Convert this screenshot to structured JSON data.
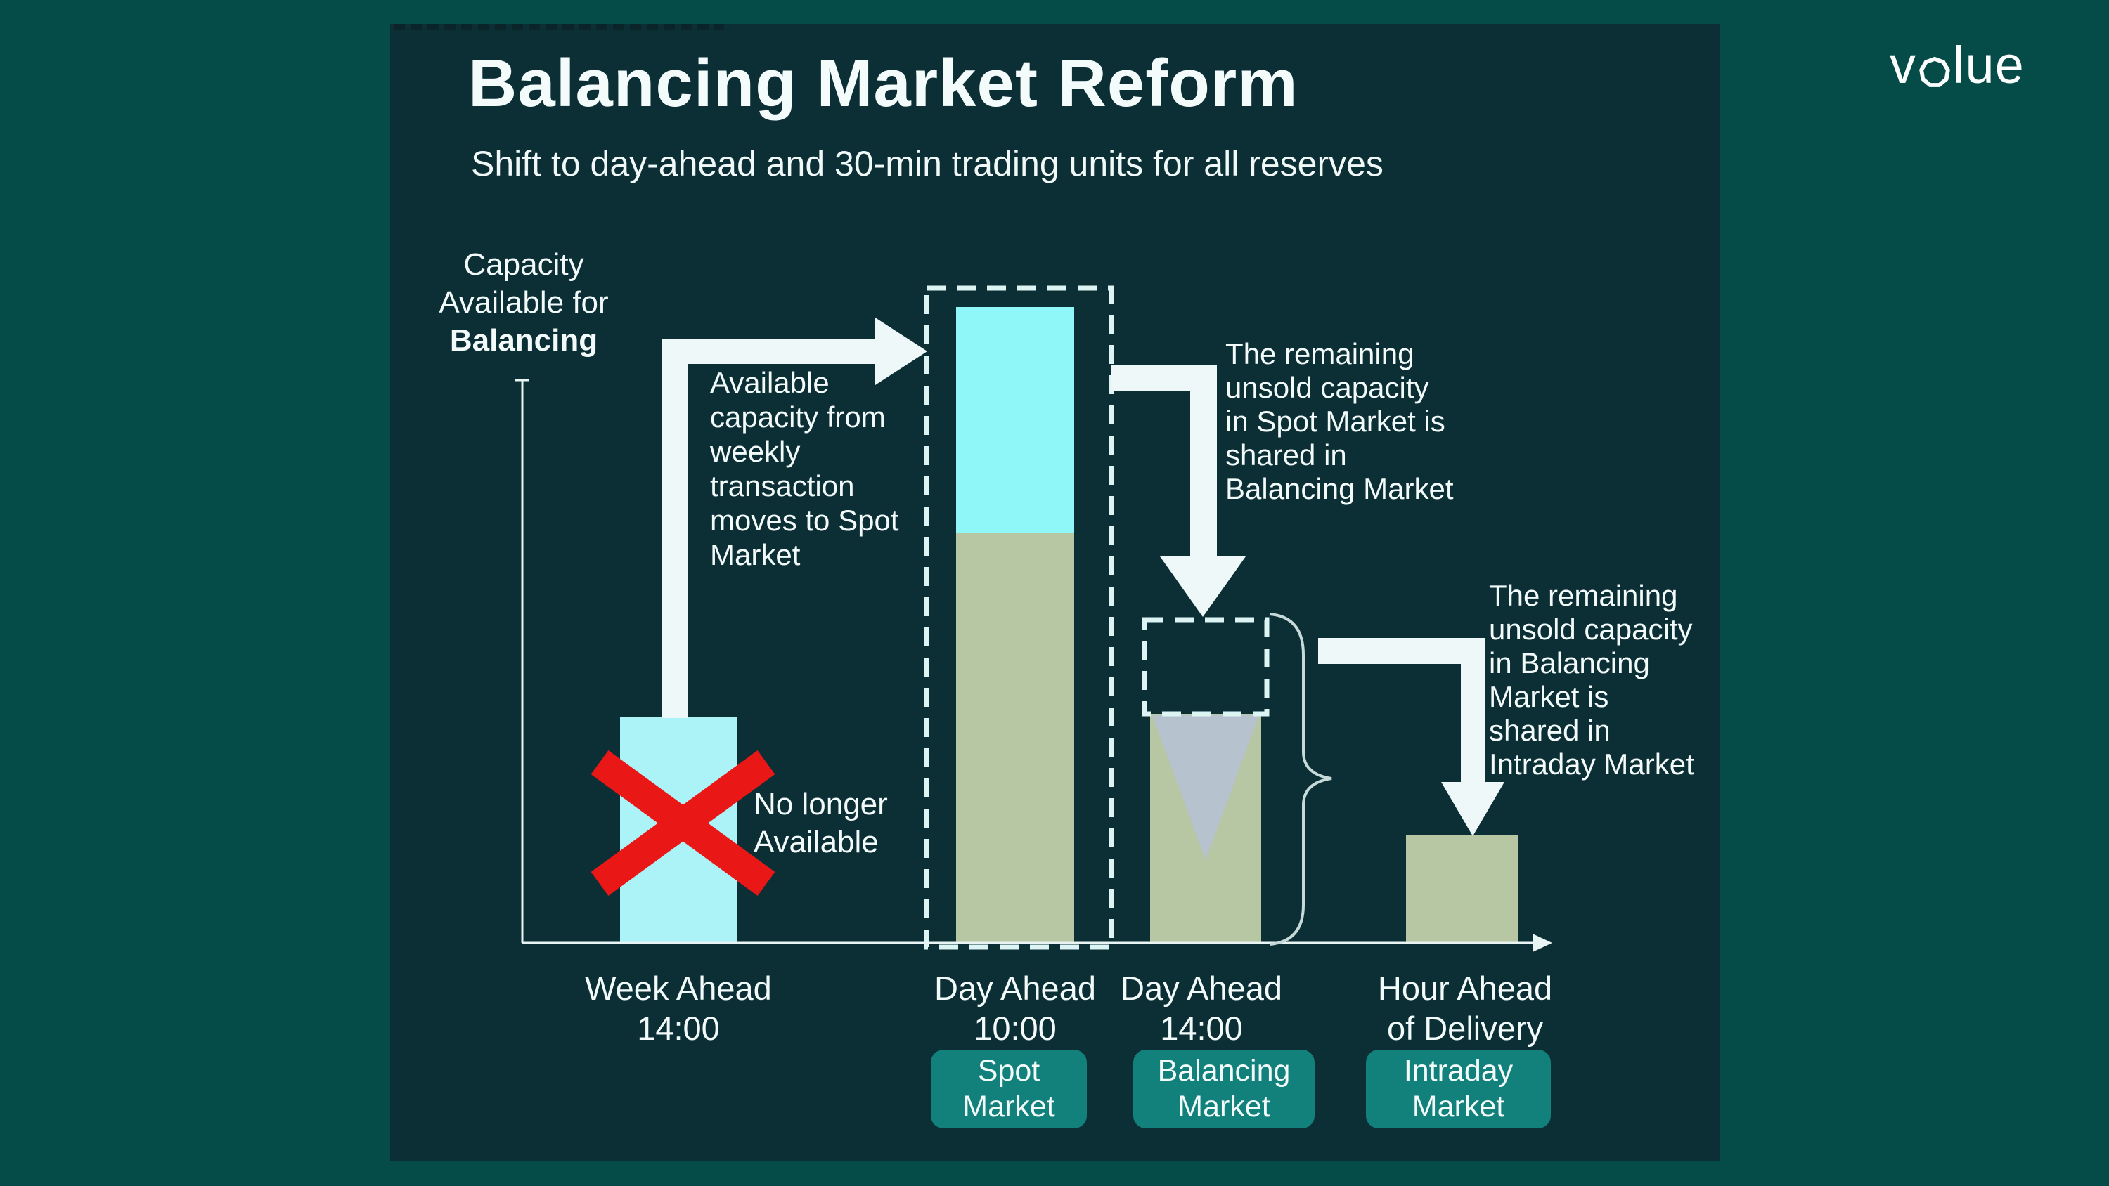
{
  "brand": {
    "logo_text": "volue",
    "logo_left": "v",
    "logo_right": "lue"
  },
  "header": {
    "title": "Balancing Market Reform",
    "subtitle": "Shift to day-ahead and 30-min trading units for all reserves"
  },
  "y_axis": {
    "label_lines": [
      "Capacity",
      "Available for",
      "Balancing"
    ]
  },
  "annotations": {
    "week_to_spot": [
      "Available",
      "capacity from",
      "weekly",
      "transaction",
      "moves to Spot",
      "Market"
    ],
    "no_longer": [
      "No longer",
      "Available"
    ],
    "spot_to_balancing": [
      "The remaining",
      "unsold capacity",
      "in Spot Market is",
      "shared in",
      "Balancing Market"
    ],
    "balancing_to_intraday": [
      "The remaining",
      "unsold capacity",
      "in Balancing",
      "Market is",
      "shared in",
      "Intraday Market"
    ]
  },
  "x_axis": {
    "items": [
      {
        "lines": [
          "Week Ahead",
          "14:00"
        ]
      },
      {
        "lines": [
          "Day Ahead",
          "10:00"
        ],
        "button": [
          "Spot",
          "Market"
        ]
      },
      {
        "lines": [
          "Day Ahead",
          "14:00"
        ],
        "button": [
          "Balancing",
          "Market"
        ]
      },
      {
        "lines": [
          "Hour Ahead",
          "of Delivery"
        ],
        "button": [
          "Intraday",
          "Market"
        ]
      }
    ]
  },
  "figure": {
    "type": "diagram-bar-timeline",
    "bars": [
      {
        "name": "week-ahead-capacity",
        "color": "#ABF3F6",
        "status": "crossed-out",
        "height_pct": 36
      },
      {
        "name": "spot-market-capacity",
        "outline": "dashed",
        "segments": [
          {
            "color": "#90F7F9",
            "meaning": "capacity moved from weekly transaction",
            "height_pct": 36
          },
          {
            "color": "#B7C6A3",
            "height_pct": 65
          }
        ]
      },
      {
        "name": "balancing-market-capacity",
        "color": "#B7C6A3",
        "unsold_wedge_color": "#B6C2CD",
        "dashed_box_above": true,
        "height_pct": 36
      },
      {
        "name": "intraday-market-capacity",
        "color": "#B7C6A3",
        "height_pct": 17
      }
    ]
  },
  "colors": {
    "background": "#054B48",
    "panel": "#0C2F35",
    "accent_button": "#12807B",
    "arrow": "#EFF8F8",
    "dashed": "#DCF4F3",
    "axis": "#E9F4F4",
    "red_x": "#EA1717",
    "text": "#F2FAFA"
  }
}
